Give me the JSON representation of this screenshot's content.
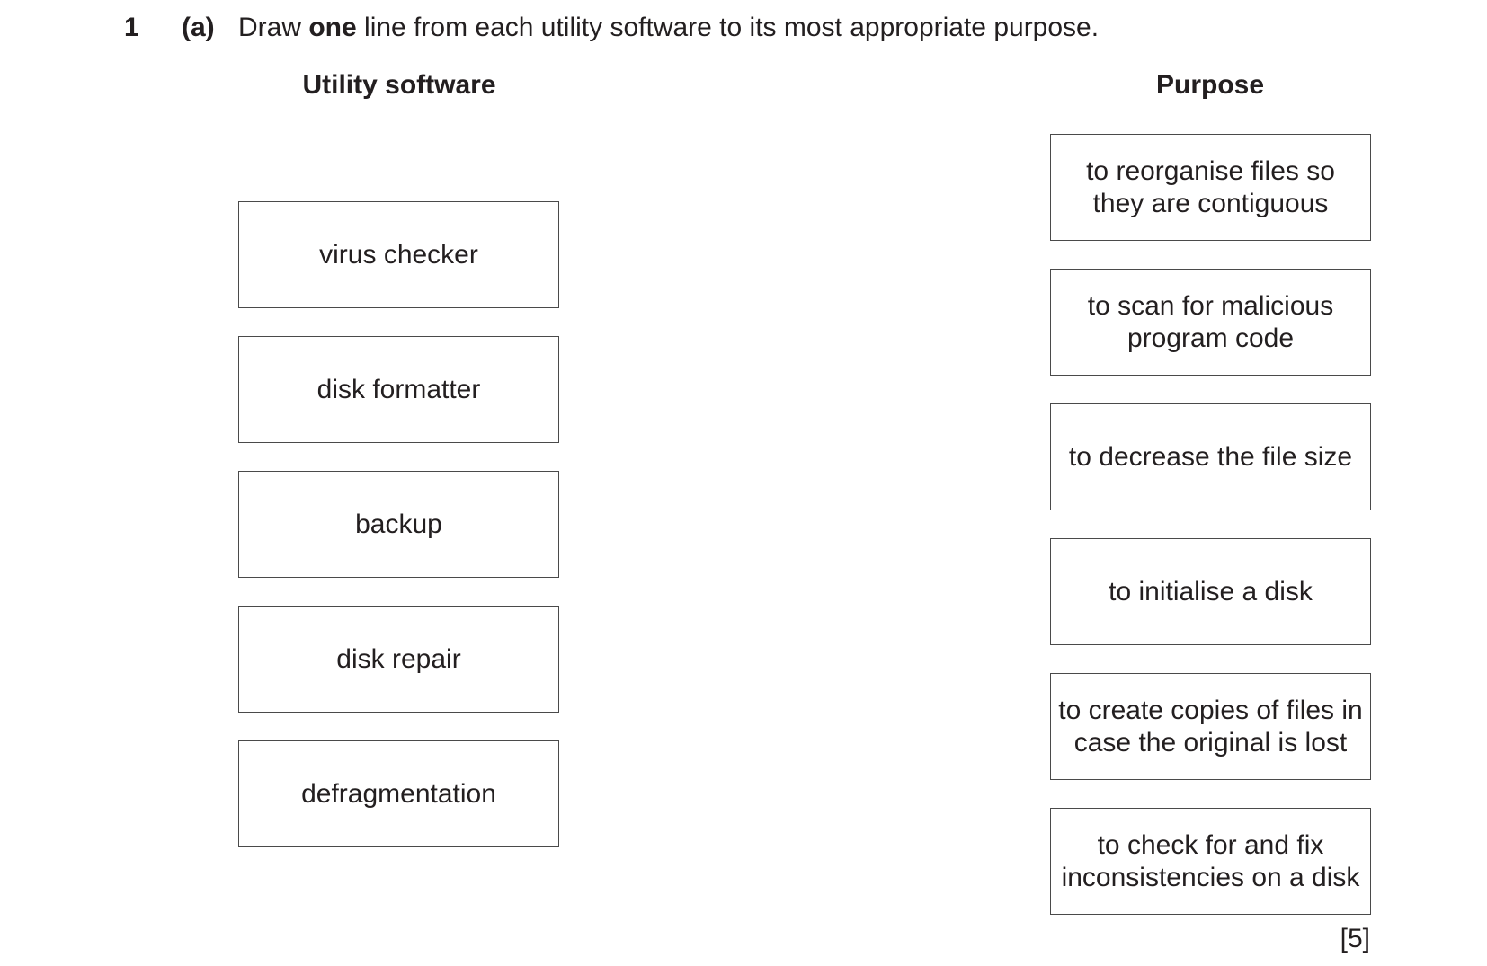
{
  "question": {
    "number": "1",
    "part": "(a)",
    "instruction_pre": "Draw ",
    "instruction_bold": "one",
    "instruction_post": " line from each utility software to its most appropriate purpose."
  },
  "headings": {
    "left": "Utility software",
    "right": "Purpose"
  },
  "utility_software": [
    "virus checker",
    "disk formatter",
    "backup",
    "disk repair",
    "defragmentation"
  ],
  "purposes": [
    "to reorganise files so they are contiguous",
    "to scan for malicious program code",
    "to decrease the file size",
    "to initialise a disk",
    "to create copies of files in case the original is lost",
    "to check for and fix inconsistencies on a disk"
  ],
  "marks": "[5]"
}
